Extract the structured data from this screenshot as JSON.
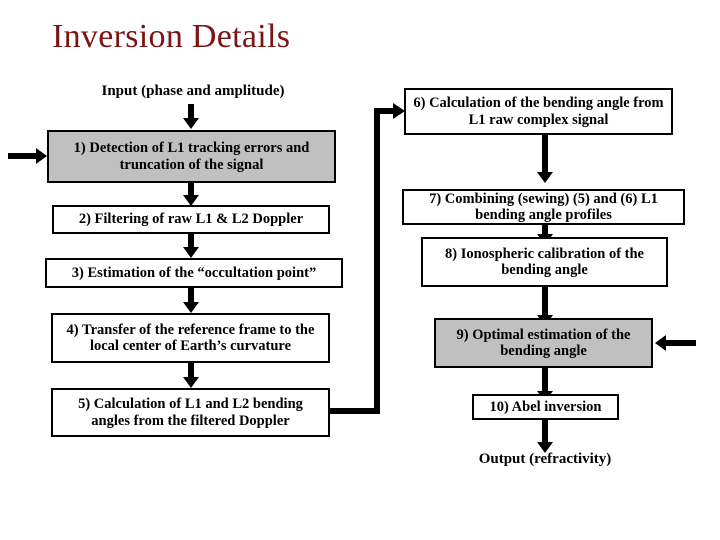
{
  "slide": {
    "title": "Inversion Details",
    "title_color": "#7B1515",
    "background_color": "#FFFFFF",
    "shaded_node_color": "#C0C0C0",
    "line_color": "#000000"
  },
  "labels": {
    "input": "Input (phase and amplitude)",
    "output": "Output (refractivity)"
  },
  "nodes": {
    "n1": {
      "id": "1",
      "text": "1) Detection of L1 tracking errors and truncation of the signal",
      "shaded": true
    },
    "n2": {
      "id": "2",
      "text": "2) Filtering of raw L1 & L2 Doppler",
      "shaded": false
    },
    "n3": {
      "id": "3",
      "text": "3) Estimation of the “occultation point”",
      "shaded": false
    },
    "n4": {
      "id": "4",
      "text": "4) Transfer of the reference frame to the local center of Earth’s curvature",
      "shaded": false
    },
    "n5": {
      "id": "5",
      "text": "5) Calculation of L1 and L2 bending angles from the filtered Doppler",
      "shaded": false
    },
    "n6": {
      "id": "6",
      "text": "6) Calculation of the bending angle from L1 raw complex signal",
      "shaded": false
    },
    "n7": {
      "id": "7",
      "text": "7) Combining (sewing) (5) and (6) L1 bending angle profiles",
      "shaded": false
    },
    "n8": {
      "id": "8",
      "text": "8) Ionospheric calibration of the bending angle",
      "shaded": false
    },
    "n9": {
      "id": "9",
      "text": "9) Optimal estimation of the bending angle",
      "shaded": true
    },
    "n10": {
      "id": "10",
      "text": "10) Abel inversion",
      "shaded": false
    }
  },
  "connectors": {
    "input_to_1": "arrow-down",
    "external_into_1": "arrow-right",
    "n1_to_n2": "arrow-down",
    "n2_to_n3": "arrow-down",
    "n3_to_n4": "arrow-down",
    "n4_to_n5": "arrow-down",
    "n5_to_n6": "elbow-right-up-right",
    "n6_to_n7": "arrow-down",
    "n7_to_n8": "arrow-down",
    "n8_to_n9": "arrow-down",
    "external_into_9": "arrow-left",
    "n9_to_n10": "arrow-down",
    "n10_to_output": "arrow-down"
  }
}
